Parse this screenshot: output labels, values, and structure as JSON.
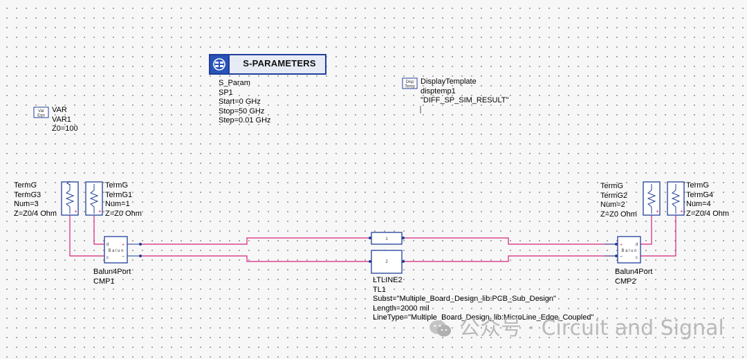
{
  "sparam_block": {
    "title": "S-PARAMETERS",
    "type": "S_Param",
    "name": "SP1",
    "start": "Start=0 GHz",
    "stop": "Stop=50 GHz",
    "step": "Step=0.01 GHz"
  },
  "var_block": {
    "icon_text": [
      "Var",
      "Eqn"
    ],
    "type": "VAR",
    "name": "VAR1",
    "expr": "Z0=100"
  },
  "display_template": {
    "icon_text": [
      "Disp",
      "Temp"
    ],
    "type": "DisplayTemplate",
    "name": "disptemp1",
    "value": "\"DIFF_SP_SIM_RESULT\""
  },
  "terms": [
    {
      "type": "TermG",
      "name": "TermG3",
      "num": "Num=3",
      "z": "Z=Z0/4 Ohm"
    },
    {
      "type": "TermG",
      "name": "TermG1",
      "num": "Num=1",
      "z": "Z=Z0 Ohm"
    },
    {
      "type": "TermG",
      "name": "TermG2",
      "num": "Num=2",
      "z": "Z=Z0 Ohm"
    },
    {
      "type": "TermG",
      "name": "TermG4",
      "num": "Num=4",
      "z": "Z=Z0/4 Ohm"
    }
  ],
  "baluns": [
    {
      "type": "Balun4Port",
      "name": "CMP1",
      "inner": "B a l u n"
    },
    {
      "type": "Balun4Port",
      "name": "CMP2",
      "inner": "B a l u n"
    }
  ],
  "tline": {
    "type": "LTLINE2",
    "name": "TL1",
    "subst": "Subst=\"Multiple_Board_Design_lib:PCB_Sub_Design\"",
    "length": "Length=2000 mil",
    "linetype": "LineType=\"Multiple_Board_Design_lib:MicroLine_Edge_Coupled\"",
    "line1": "1",
    "line2": "2"
  },
  "watermark": {
    "text": "公众号 · Circuit and Signal"
  },
  "colors": {
    "wire": "#d4237a",
    "component": "#1f3f9a",
    "label_blue": "#1f5fd6"
  }
}
